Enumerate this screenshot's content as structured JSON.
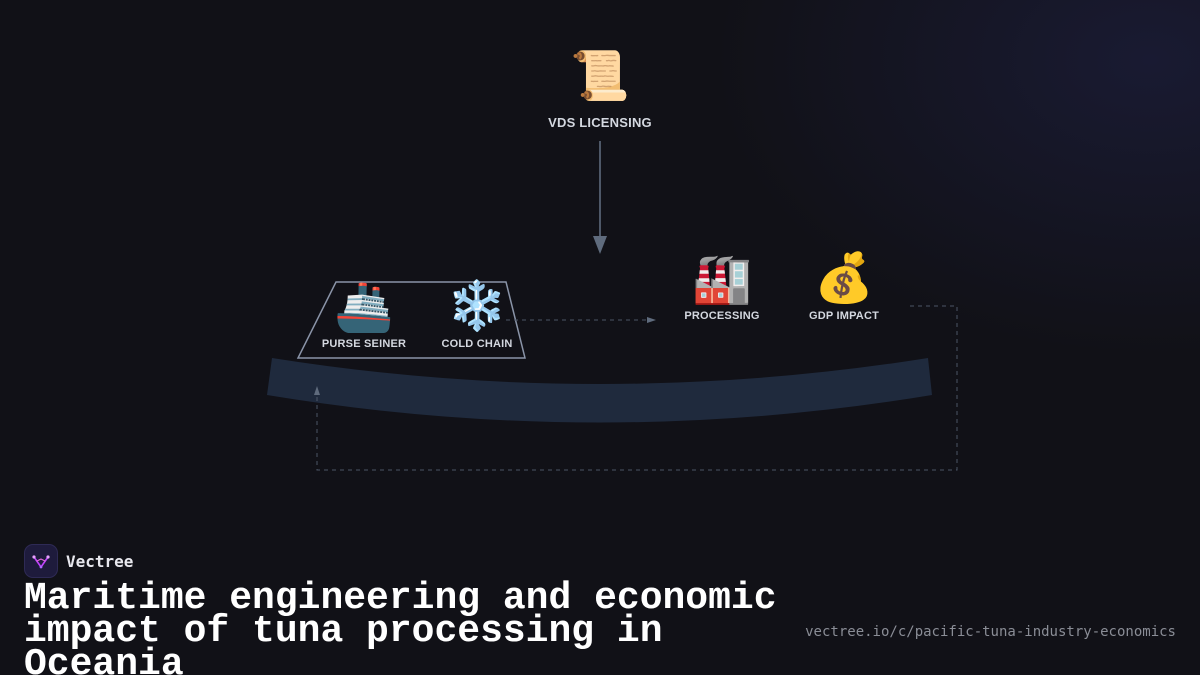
{
  "diagram": {
    "nodes": {
      "licensing": {
        "icon": "📜",
        "icon_name": "scroll-icon",
        "label": "VDS LICENSING"
      },
      "purse_seiner": {
        "icon": "🚢",
        "icon_name": "ship-icon",
        "label": "PURSE SEINER"
      },
      "cold_chain": {
        "icon": "❄️",
        "icon_name": "snowflake-icon",
        "label": "COLD CHAIN"
      },
      "processing": {
        "icon": "🏭",
        "icon_name": "factory-icon",
        "label": "PROCESSING"
      },
      "gdp_impact": {
        "icon": "💰",
        "icon_name": "money-bag-icon",
        "label": "GDP IMPACT"
      }
    },
    "colors": {
      "background": "#111117",
      "arc": "#1f2a3d",
      "connector": "#5f6b7d",
      "box_outline": "#8a94a8"
    }
  },
  "brand": {
    "name": "Vectree",
    "logo_icon": "vectree-logo-icon"
  },
  "footer": {
    "title": "Maritime engineering and economic impact of tuna processing in Oceania",
    "source": "vectree.io/c/pacific-tuna-industry-economics"
  }
}
